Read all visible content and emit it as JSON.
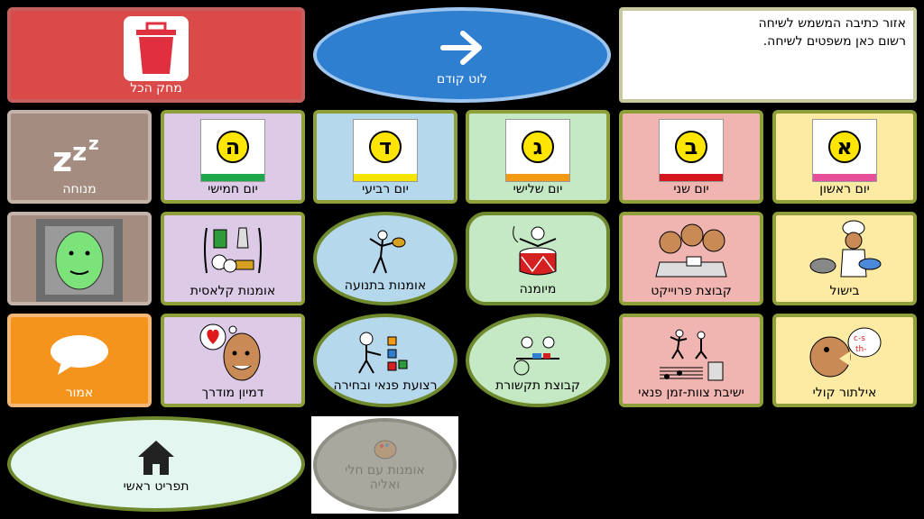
{
  "buttons": {
    "clear_all": "מחק הכל",
    "prev_board": "לוט קודם",
    "rest": "מנוחה",
    "thursday": "יום חמישי",
    "wednesday": "יום רביעי",
    "tuesday": "יום שלישי",
    "monday": "יום שני",
    "sunday": "יום ראשון",
    "classic_art": "אומנות קלאסית",
    "movement_art": "אומנות בתנועה",
    "drumming": "מיומנה",
    "project_group": "קבוצת פרוייקט",
    "cooking": "בישול",
    "say": "אמור",
    "guided_imagery": "דמיון מודרך",
    "free_time": "רצועת פנאי ובחירה",
    "comm_group": "קבוצת תקשורת",
    "staff_meeting": "ישיבת צוות-זמן פנאי",
    "vocal_improv": "אילתור קולי",
    "main_menu": "תפריט ראשי",
    "art_disabled": "אומנות עם חלי ואליה"
  },
  "letters": {
    "sunday": "א",
    "monday": "ב",
    "tuesday": "ג",
    "wednesday": "ד",
    "thursday": "ה"
  },
  "message_area": {
    "line1": "אזור כתיבה המשמש לשיחה",
    "line2": "רשום כאן משפטים לשיחה."
  },
  "icons": {
    "clear_all": "trash-icon",
    "prev_board": "arrow-right-icon",
    "rest": "sleep-zzz-icon",
    "say": "speech-bubble-icon",
    "main_menu": "home-icon"
  },
  "colors": {
    "clear_all_bg": "#d94a49",
    "prev_board_bg": "#2f7fd0",
    "rest_bg": "#a48c80",
    "purple_bg": "#dccae6",
    "blue_bg": "#b6d8ec",
    "green_bg": "#c5e9c4",
    "pink_bg": "#f1b5b1",
    "yellow_bg": "#fdeaa3",
    "say_bg": "#f5941d",
    "home_bg": "#e3f6f0"
  }
}
